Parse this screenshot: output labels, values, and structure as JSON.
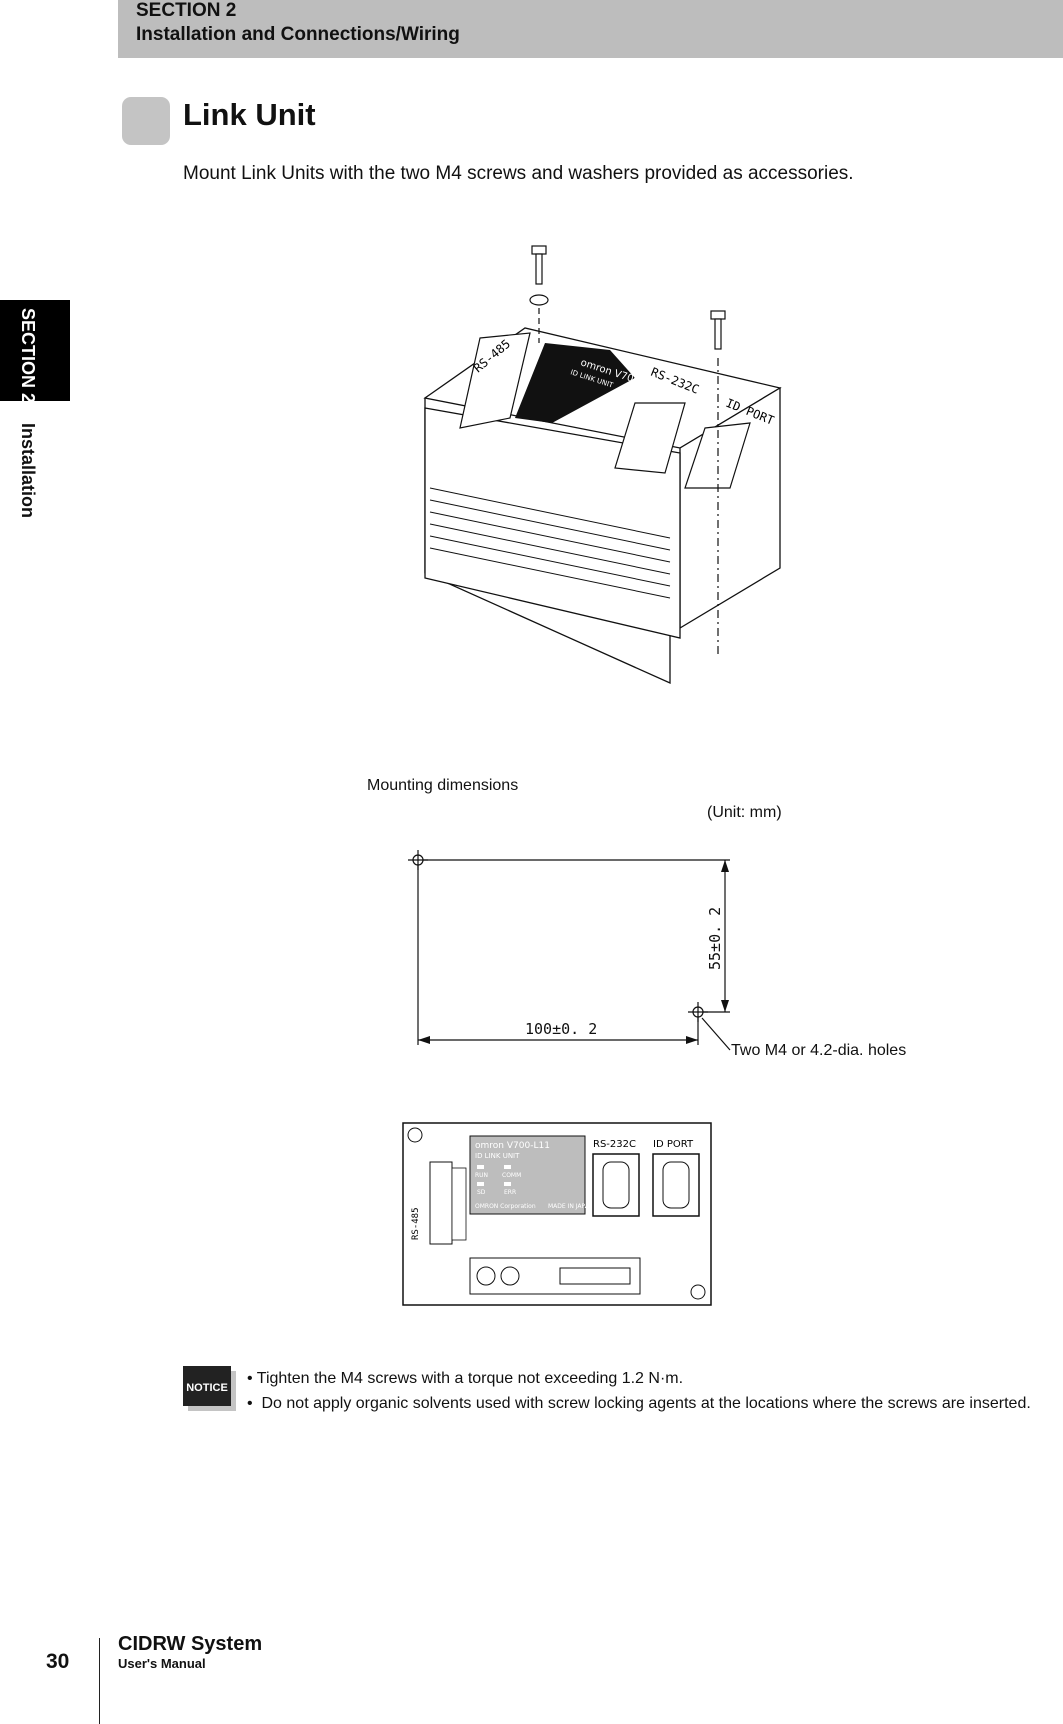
{
  "header": {
    "section": "SECTION 2",
    "subtitle": "Installation and Connections/Wiring"
  },
  "side_tab": {
    "section": "SECTION 2",
    "topic": "Installation"
  },
  "title": "Link Unit",
  "intro": "Mount Link Units with the two M4 screws and washers provided as accessories.",
  "device_labels": {
    "brand": "omron",
    "model": "V700-L11",
    "unit_type": "ID LINK UNIT",
    "led_run": "RUN",
    "led_comm": "COMM",
    "led_sd": "SD",
    "led_err": "ERR",
    "maker": "OMRON Corporation",
    "origin": "MADE IN JAPAN",
    "rs485": "RS-485",
    "rs232c": "RS-232C",
    "id_port": "ID PORT"
  },
  "mounting": {
    "heading": "Mounting dimensions",
    "unit": "(Unit: mm)",
    "width_dim": "100±0. 2",
    "height_dim": "55±0. 2",
    "holes_note": "Two M4 or 4.2-dia. holes"
  },
  "notice": {
    "icon_text": "NOTICE",
    "items": [
      "Tighten the M4 screws with a torque not exceeding 1.2 N·m.",
      "Do not apply organic solvents used with screw locking agents at the locations where the screws are inserted."
    ]
  },
  "footer": {
    "page_number": "30",
    "system": "CIDRW System",
    "manual": "User's Manual"
  }
}
